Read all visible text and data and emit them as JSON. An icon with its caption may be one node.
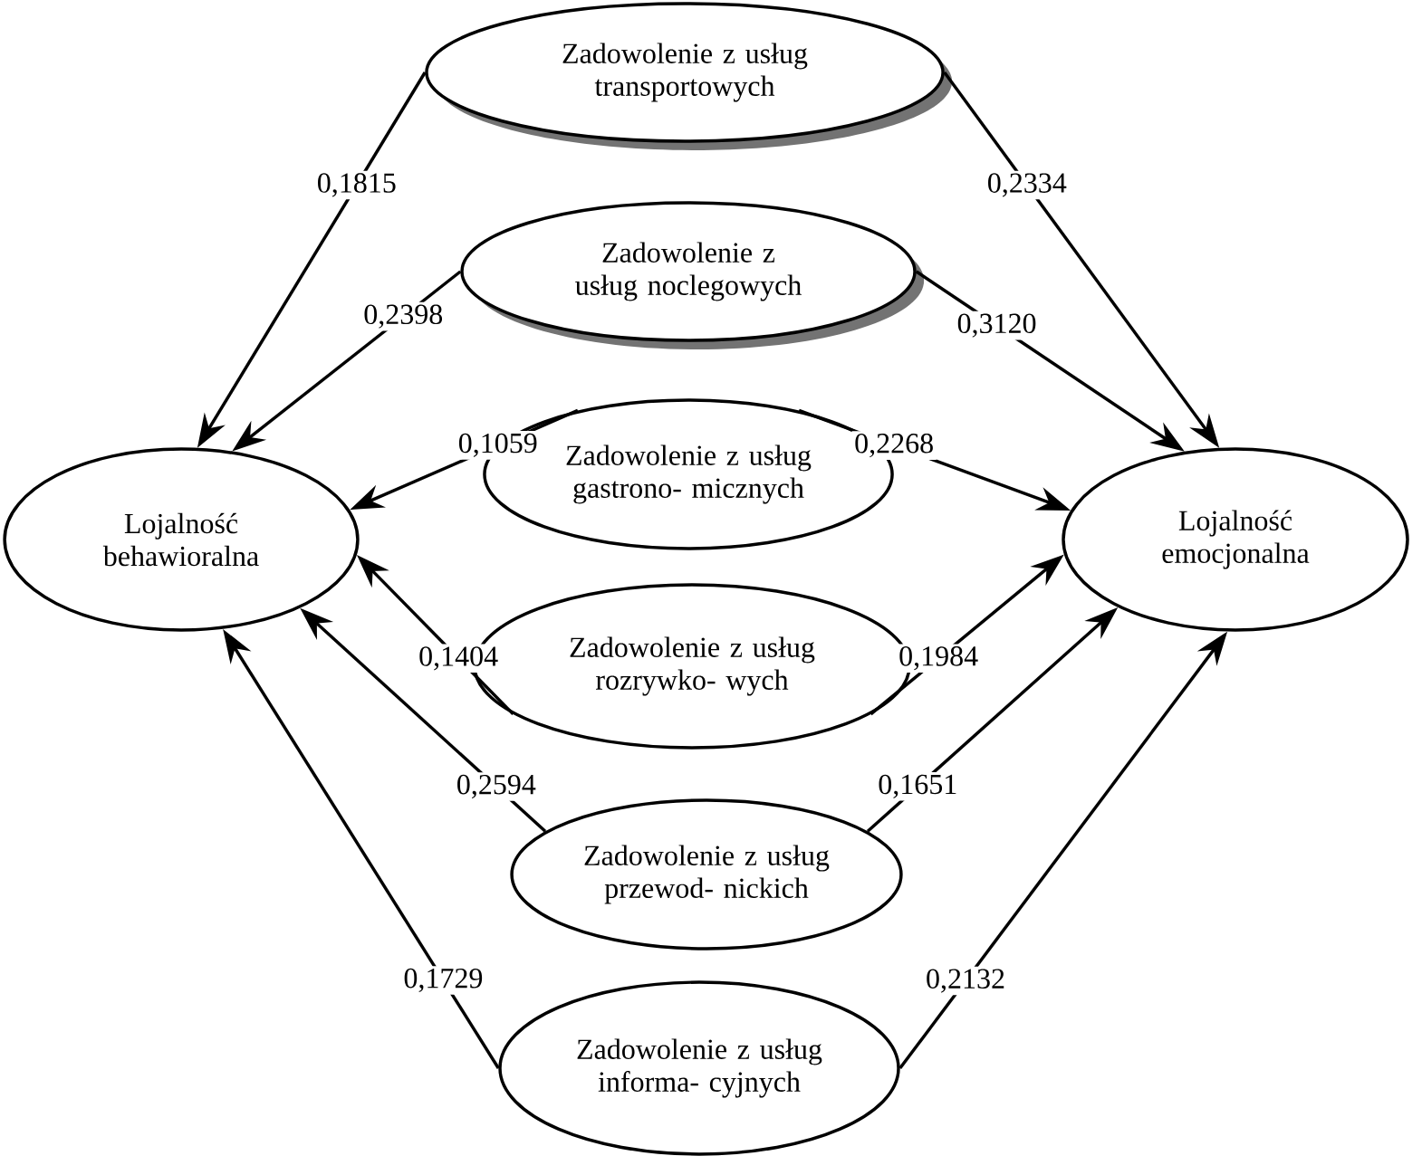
{
  "diagram": {
    "nodes": [
      {
        "text": [
          "Zadowolenie z usług transportowych"
        ]
      },
      {
        "text": [
          "Zadowolenie z usług noclegowych"
        ]
      },
      {
        "text": [
          "Zadowolenie z usług gastrono- micznych"
        ]
      },
      {
        "text": [
          "Zadowolenie z usług rozrywko- wych"
        ]
      },
      {
        "text": [
          "Zadowolenie z usług przewod- nickich"
        ]
      },
      {
        "text": [
          "Zadowolenie z usług informa- cyjnych"
        ]
      },
      {
        "text": [
          "Lojalność behawioralna"
        ]
      },
      {
        "text": [
          "Lojalność emocjonalna"
        ]
      }
    ],
    "edges": [
      {
        "from": 0,
        "to": 6,
        "arrow": "to",
        "label": "0,1815"
      },
      {
        "from": 0,
        "to": 7,
        "arrow": "to",
        "label": "0,2334"
      },
      {
        "from": 1,
        "to": 6,
        "arrow": "to",
        "label": "0,2398"
      },
      {
        "from": 1,
        "to": 7,
        "arrow": "to",
        "label": "0,3120"
      },
      {
        "from": 2,
        "to": 6,
        "arrow": "to",
        "label": "0,1059"
      },
      {
        "from": 2,
        "to": 7,
        "arrow": "to",
        "label": "0,2268"
      },
      {
        "from": 3,
        "to": 6,
        "arrow": "to",
        "label": "0,1404"
      },
      {
        "from": 3,
        "to": 7,
        "arrow": "to",
        "label": "0,1984"
      },
      {
        "from": 4,
        "to": 6,
        "arrow": "to",
        "label": "0,2594"
      },
      {
        "from": 4,
        "to": 7,
        "arrow": "to",
        "label": "0,1651"
      },
      {
        "from": 5,
        "to": 6,
        "arrow": "to",
        "label": "0,1729"
      },
      {
        "from": 5,
        "to": 7,
        "arrow": "to",
        "label": "0,2132"
      }
    ]
  }
}
